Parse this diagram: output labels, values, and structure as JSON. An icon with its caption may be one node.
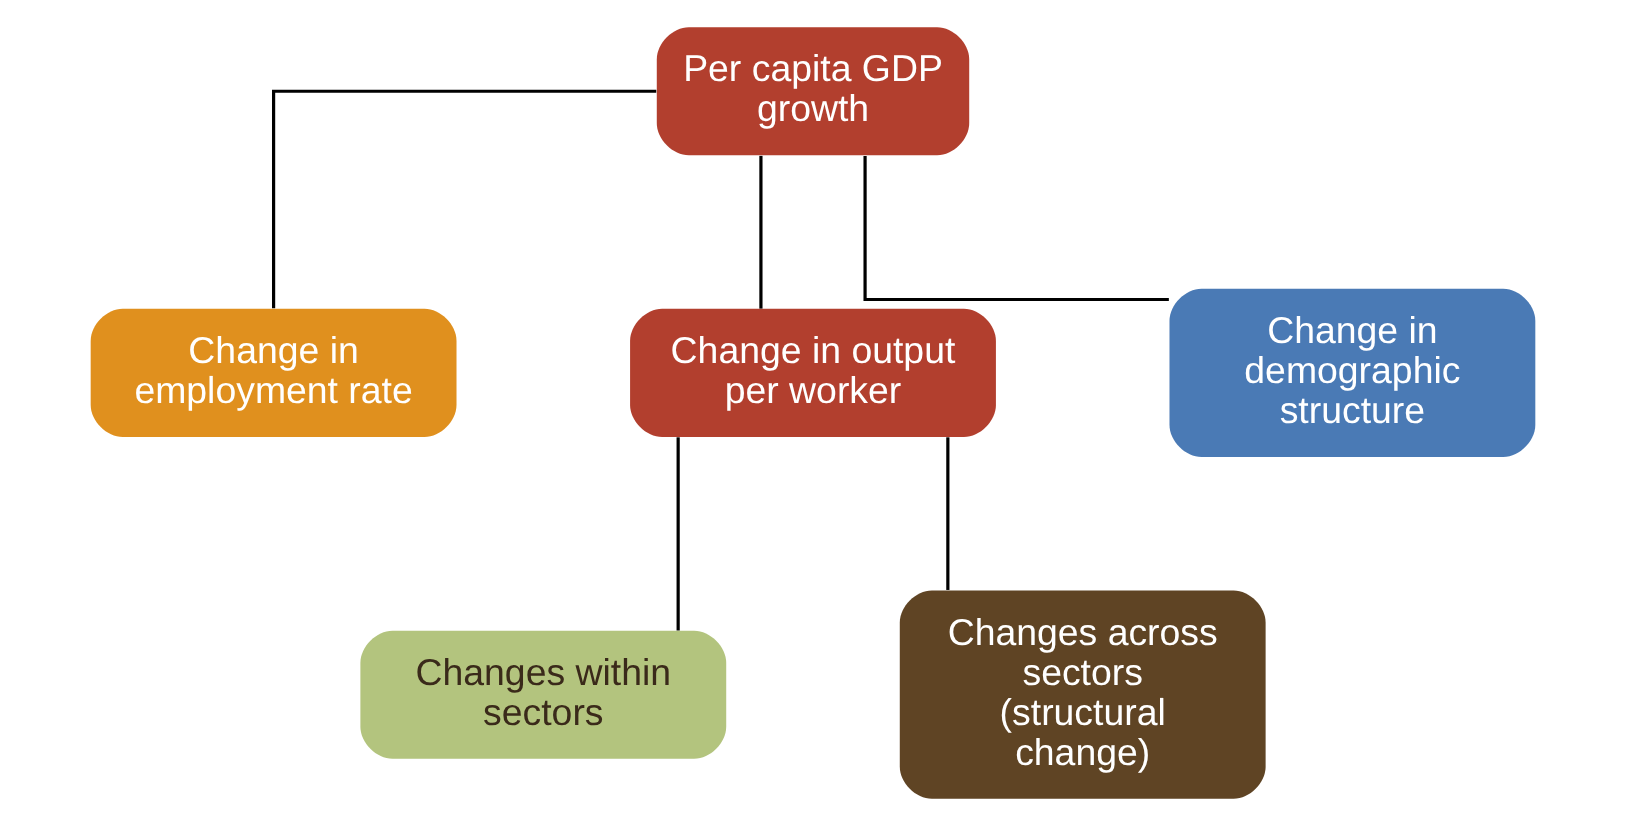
{
  "diagram": {
    "nodes": [
      {
        "text": [
          "Per capita GDP growth"
        ]
      },
      {
        "text": [
          "Change in employment rate"
        ]
      },
      {
        "text": [
          "Change in output per worker"
        ]
      },
      {
        "text": [
          "Change in demographic structure"
        ]
      },
      {
        "text": [
          "Changes within sectors"
        ]
      },
      {
        "text": [
          "Changes across sectors (structural change)"
        ]
      }
    ],
    "edges": [
      {
        "from": 0,
        "to": 1,
        "arrow": "none"
      },
      {
        "from": 0,
        "to": 2,
        "arrow": "none"
      },
      {
        "from": 0,
        "to": 3,
        "arrow": "none"
      },
      {
        "from": 2,
        "to": 4,
        "arrow": "none"
      },
      {
        "from": 2,
        "to": 5,
        "arrow": "none"
      }
    ]
  }
}
